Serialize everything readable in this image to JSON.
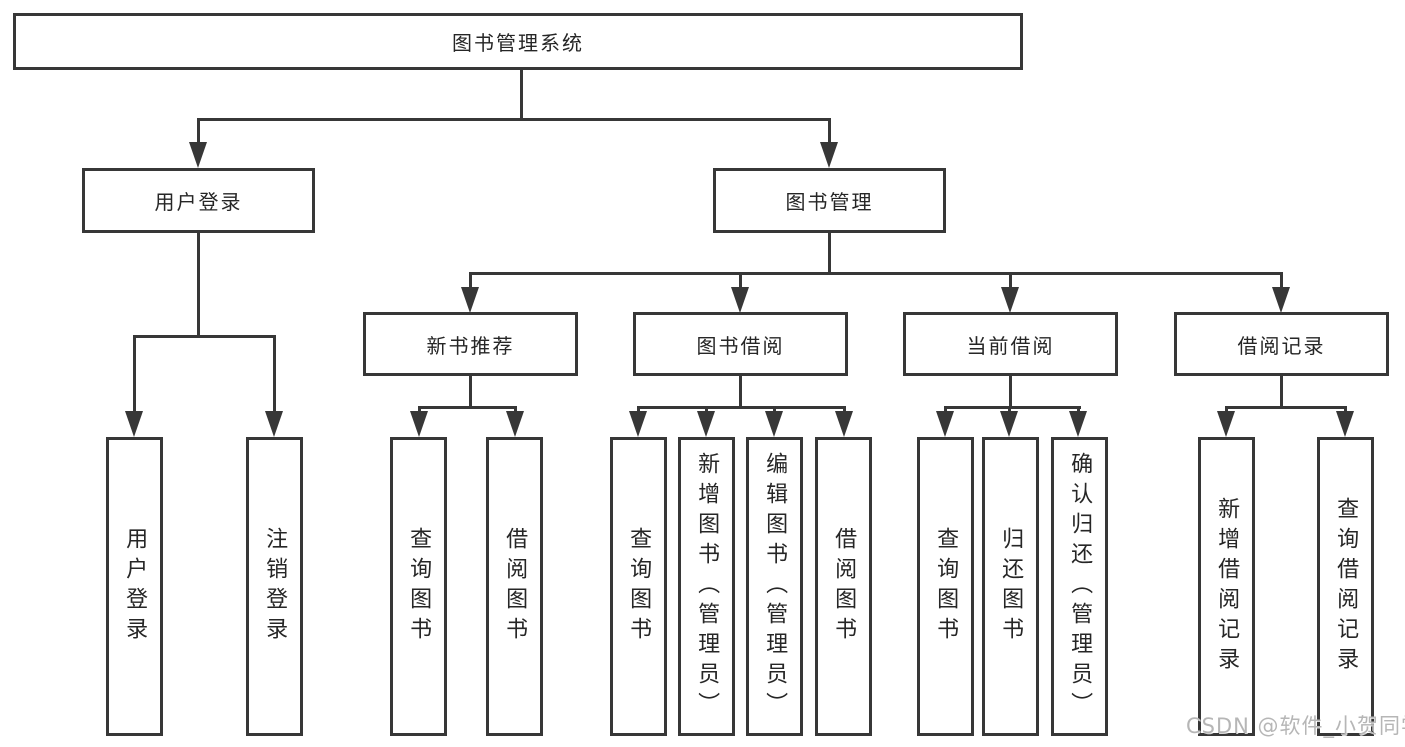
{
  "diagram": {
    "line_color": "#373737",
    "text_color": "#262626",
    "background_color": "#ffffff"
  },
  "tree": {
    "root": {
      "label": "图书管理系统"
    },
    "branches": [
      {
        "label": "用户登录",
        "children": [
          {
            "label": "用户登录"
          },
          {
            "label": "注销登录"
          }
        ]
      },
      {
        "label": "图书管理",
        "children": [
          {
            "label": "新书推荐",
            "children": [
              {
                "label": "查询图书"
              },
              {
                "label": "借阅图书"
              }
            ]
          },
          {
            "label": "图书借阅",
            "children": [
              {
                "label": "查询图书"
              },
              {
                "label": "新增图书（管理员）"
              },
              {
                "label": "编辑图书（管理员）"
              },
              {
                "label": "借阅图书"
              }
            ]
          },
          {
            "label": "当前借阅",
            "children": [
              {
                "label": "查询图书"
              },
              {
                "label": "归还图书"
              },
              {
                "label": "确认归还（管理员）"
              }
            ]
          },
          {
            "label": "借阅记录",
            "children": [
              {
                "label": "新增借阅记录"
              },
              {
                "label": "查询借阅记录"
              }
            ]
          }
        ]
      }
    ]
  },
  "watermark": {
    "text": "CSDN @软件_小贺同学"
  }
}
